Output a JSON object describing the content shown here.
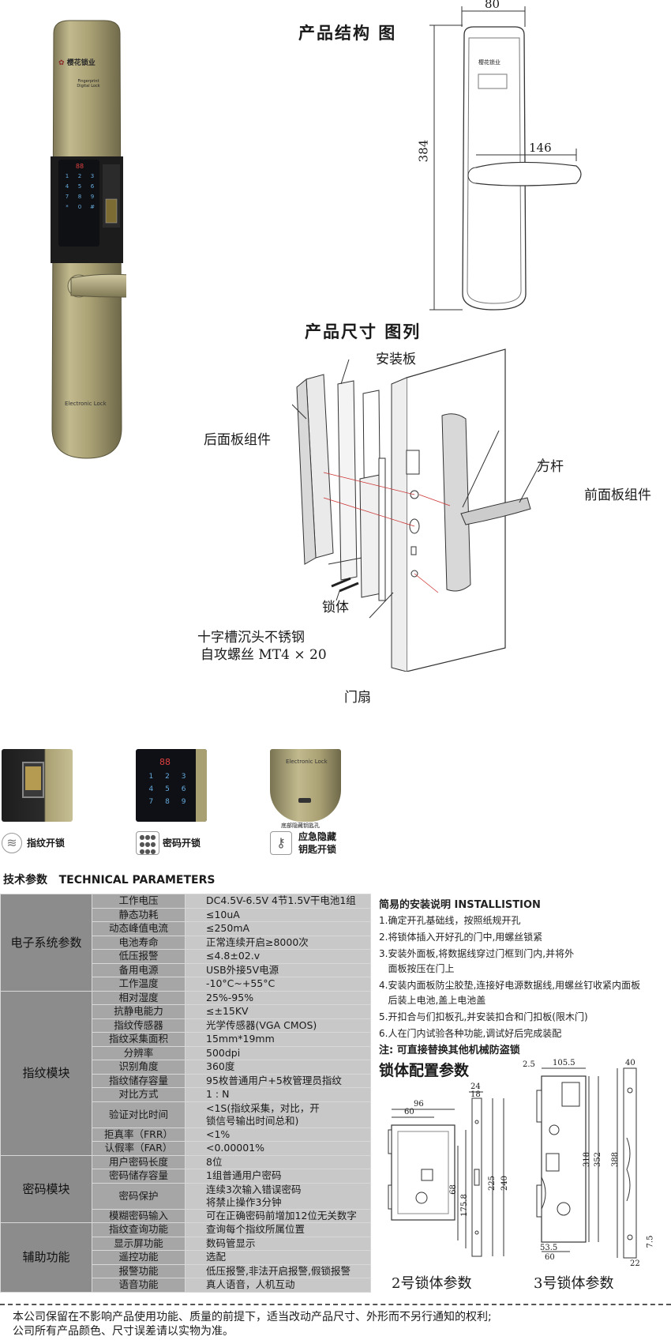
{
  "brand": {
    "name": "樱花锁业",
    "sub": "Fingerprint Digital Lock",
    "panel_text": "Electronic Lock"
  },
  "keypad": {
    "display": "88",
    "keys": [
      "1",
      "2",
      "3",
      "4",
      "5",
      "6",
      "7",
      "8",
      "9",
      "*",
      "0",
      "#"
    ]
  },
  "structure": {
    "title": "产品结构 图",
    "dim_width": "80",
    "dim_height": "384",
    "dim_handle": "146"
  },
  "exploded": {
    "title": "产品尺寸 图列",
    "labels": {
      "install_plate": "安装板",
      "rear_panel": "后面板组件",
      "square_shaft": "方杆",
      "front_panel": "前面板组件",
      "lock_body": "锁体",
      "screw_line1": "十字槽沉头不锈钢",
      "screw_line2": "自攻螺丝  MT4 × 20",
      "door_leaf": "门扇"
    }
  },
  "features": [
    {
      "label": "指纹开锁",
      "icon": "fingerprint-icon"
    },
    {
      "label": "密码开锁",
      "icon": "keypad-icon"
    },
    {
      "label_line1": "应急隐藏",
      "label_line2": "钥匙开锁",
      "caption": "底部隐藏钥匙孔",
      "icon": "key-icon"
    }
  ],
  "params": {
    "title": "技术参数   TECHNICAL PARAMETERS",
    "groups": [
      {
        "category": "电子系统参数",
        "rows": [
          {
            "key": "工作电压",
            "value": "DC4.5V-6.5V  4节1.5V干电池1组"
          },
          {
            "key": "静态功耗",
            "value": "≤10uA"
          },
          {
            "key": "动态峰值电流",
            "value": "≤250mA"
          },
          {
            "key": "电池寿命",
            "value": "正常连续开启≥8000次"
          },
          {
            "key": "低压报警",
            "value": "≤4.8±02.v"
          },
          {
            "key": "备用电源",
            "value": "USB外接5V电源"
          },
          {
            "key": "工作温度",
            "value": "-10°C~+55°C"
          }
        ]
      },
      {
        "category": "指纹模块",
        "rows": [
          {
            "key": "相对湿度",
            "value": "25%-95%"
          },
          {
            "key": "抗静电能力",
            "value": "≤±15KV"
          },
          {
            "key": "指纹传感器",
            "value": "光学传感器(VGA   CMOS)"
          },
          {
            "key": "指纹采集面积",
            "value": "15mm*19mm"
          },
          {
            "key": "分辨率",
            "value": "500dpi"
          },
          {
            "key": "识别角度",
            "value": "360度"
          },
          {
            "key": "指纹储存容量",
            "value": "95枚普通用户+5枚管理员指纹"
          },
          {
            "key": "对比方式",
            "value": "1 : N"
          },
          {
            "key": "验证对比时间",
            "value": "<1S(指纹采集，对比，开\n锁信号输出时间总和)"
          },
          {
            "key": "拒真率（FRR）",
            "value": "<1%"
          },
          {
            "key": "认假率（FAR）",
            "value": "<0.00001%"
          }
        ]
      },
      {
        "category": "密码模块",
        "rows": [
          {
            "key": "用户密码长度",
            "value": "8位"
          },
          {
            "key": "密码储存容量",
            "value": "1组普通用户密码"
          },
          {
            "key": "密码保护",
            "value": "连续3次输入错误密码\n将禁止操作3分钟"
          },
          {
            "key": "模糊密码输入",
            "value": "可在正确密码前增加12位无关数字"
          }
        ]
      },
      {
        "category": "辅助功能",
        "rows": [
          {
            "key": "指纹查询功能",
            "value": "查询每个指纹所属位置"
          },
          {
            "key": "显示屏功能",
            "value": "数码管显示"
          },
          {
            "key": "遥控功能",
            "value": "选配"
          },
          {
            "key": "报警功能",
            "value": "低压报警,非法开启报警,假锁报警"
          },
          {
            "key": "语音功能",
            "value": "真人语音，人机互动"
          }
        ]
      }
    ]
  },
  "installation": {
    "title": "简易的安装说明 INSTALLISTION",
    "steps": [
      "1.确定开孔基础线，按照纸规开孔",
      "2.将锁体插入开好孔的门中,用螺丝锁紧",
      "3.安装外面板,将数据线穿过门框到门内,并将外",
      "   面板按压在门上",
      "4.安装内面板防尘胶垫,连接好电源数据线,用螺丝钉收紧内面板",
      "   后装上电池,盖上电池盖",
      "5.开扣合与们扣板孔,并安装扣合和门扣板(限木门)",
      "6.人在门内试验各种功能,调试好后完成装配"
    ],
    "note": "注: 可直接替换其他机械防盗锁"
  },
  "lock_config": {
    "title": "锁体配置参数",
    "lock2": {
      "caption": "2号锁体参数",
      "dims": [
        "96",
        "60",
        "24",
        "18",
        "68",
        "175.8",
        "225",
        "240"
      ]
    },
    "lock3": {
      "caption": "3号锁体参数",
      "dims": [
        "2.5",
        "105.5",
        "40",
        "318",
        "352",
        "388",
        "53.5",
        "60",
        "22",
        "7.5"
      ]
    }
  },
  "footer": {
    "line1": "本公司保留在不影响产品使用功能、质量的前提下，适当改动产品尺寸、外形而不另行通知的权利;",
    "line2": "公司所有产品颜色、尺寸误差请以实物为准。"
  },
  "colors": {
    "bronze": "#a89f72",
    "table_dark": "#8c8c8c",
    "table_mid": "#a6a6a6",
    "table_light": "#c8c8c8"
  }
}
